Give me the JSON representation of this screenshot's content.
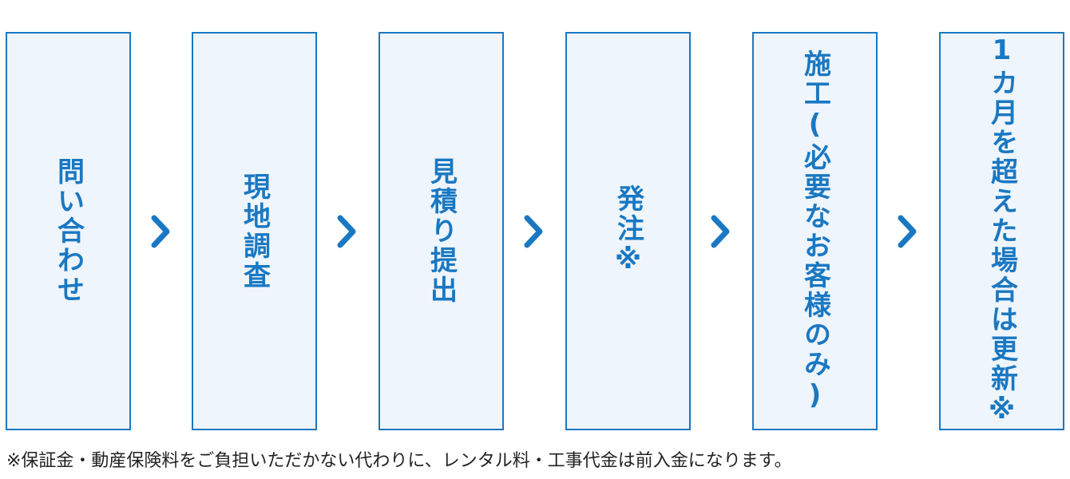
{
  "accent_color": "#1a78c2",
  "box_fill": "#eef5fc",
  "steps": [
    {
      "label": "問い合わせ"
    },
    {
      "label": "現地調査"
    },
    {
      "label": "見積り提出"
    },
    {
      "label": "発注※"
    },
    {
      "label": "施工(必要なお客様のみ)"
    },
    {
      "label": "1カ月を超えた場合は更新※"
    }
  ],
  "arrow_icon": "chevron-right-icon",
  "footnote": "※保証金・動産保険料をご負担いただかない代わりに、レンタル料・工事代金は前入金になります。"
}
